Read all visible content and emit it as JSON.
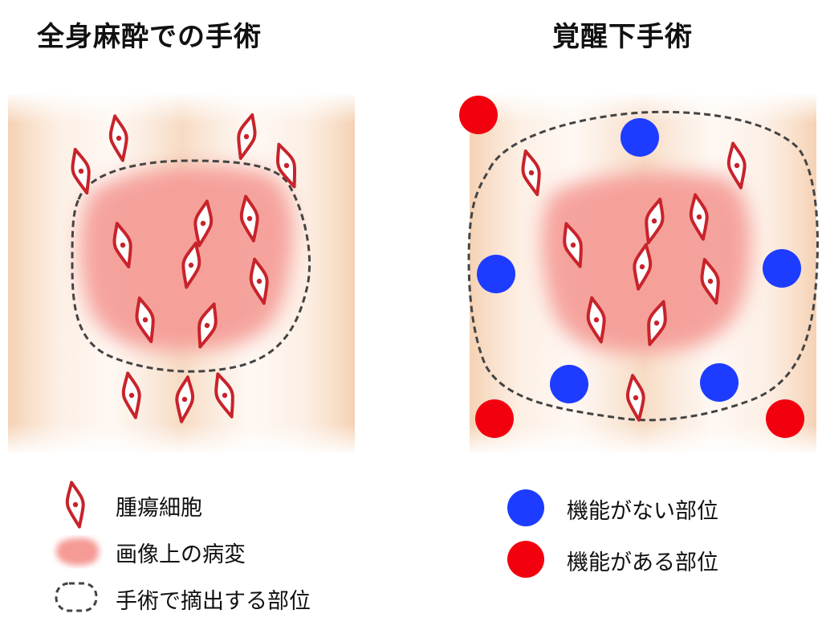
{
  "left_panel": {
    "title": "全身麻酔での手術"
  },
  "right_panel": {
    "title": "覚醒下手術"
  },
  "legend_left": [
    {
      "icon": "tumor-cell-icon",
      "label": "腫瘍細胞"
    },
    {
      "icon": "lesion-blob-icon",
      "label": "画像上の病変"
    },
    {
      "icon": "dashed-outline-icon",
      "label": "手術で摘出する部位"
    }
  ],
  "legend_right": [
    {
      "icon": "blue-dot-icon",
      "label": "機能がない部位"
    },
    {
      "icon": "red-dot-icon",
      "label": "機能がある部位"
    }
  ],
  "colors": {
    "tumor_cell": "#c8232b",
    "lesion": "#f59a94",
    "background_band": "#f3c9a6",
    "non_functional": "#1e3cff",
    "functional": "#f2000e",
    "outline": "#444444"
  }
}
